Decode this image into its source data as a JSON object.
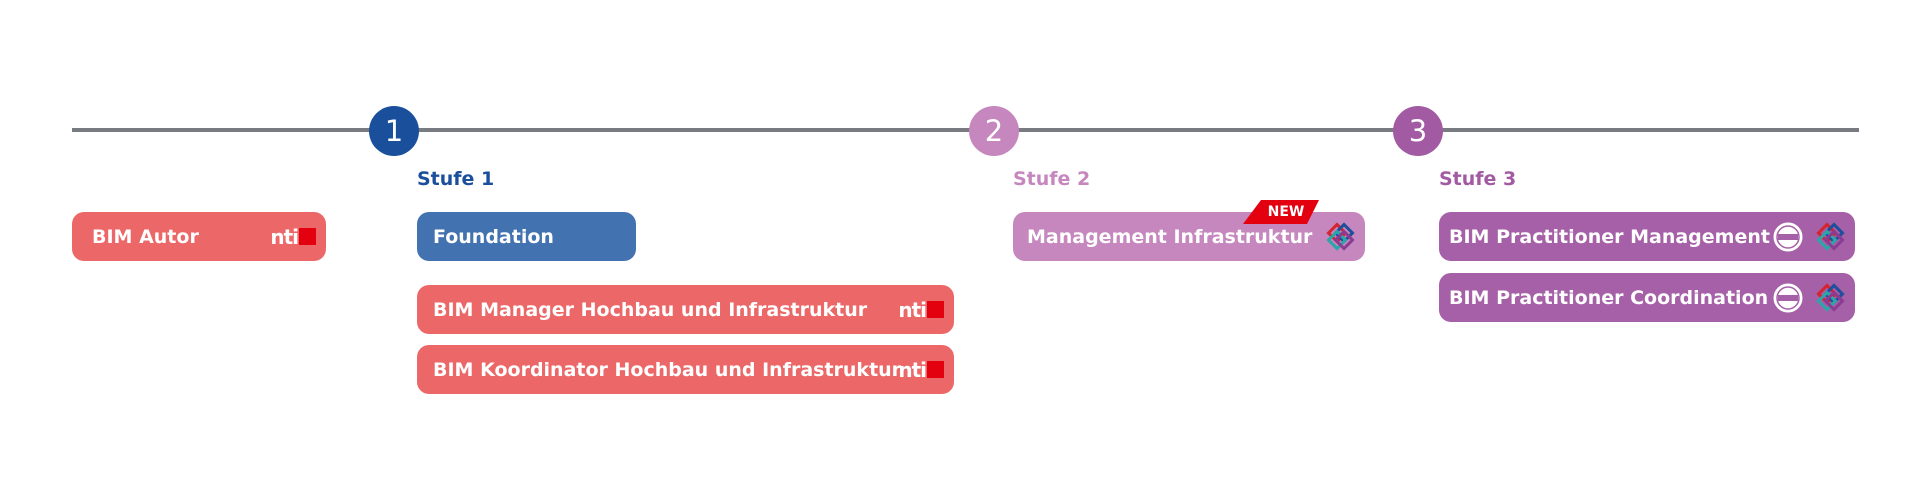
{
  "steps": [
    {
      "number": "1",
      "label": "Stufe 1",
      "color": "#1a4f9c"
    },
    {
      "number": "2",
      "label": "Stufe 2",
      "color": "#c587be"
    },
    {
      "number": "3",
      "label": "Stufe 3",
      "color": "#a25aa3"
    }
  ],
  "courses": {
    "bim_autor": "BIM Autor",
    "foundation": "Foundation",
    "bim_manager": "BIM Manager Hochbau und Infrastruktur",
    "bim_koordinator": "BIM Koordinator Hochbau und Infrastruktur",
    "management_infra": "Management Infrastruktur",
    "practitioner_management": "BIM Practitioner Management",
    "practitioner_coordination": "BIM Practitioner Coordination"
  },
  "new_badge": "NEW",
  "nti_logo_text": "nti",
  "colors": {
    "coral": "#ec6868",
    "blue": "#4372b1",
    "light_purple": "#c587be",
    "purple": "#a660a8",
    "line": "#787c82",
    "nti_red": "#e3000f"
  },
  "icons": [
    "nti-logo",
    "buildingsmart-icon",
    "certified-seal-icon"
  ]
}
